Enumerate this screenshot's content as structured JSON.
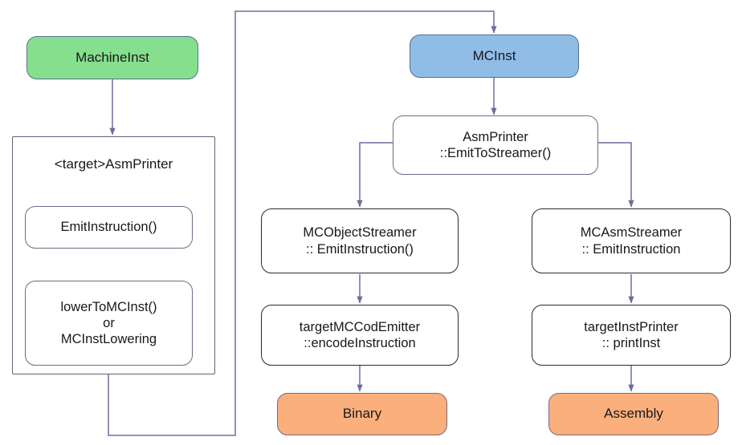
{
  "diagram": {
    "title": "LLVM MachineInst to MCInst lowering and emission flow",
    "colors": {
      "green": "#85DF8D",
      "blue": "#90BDE6",
      "orange": "#FAAF7C",
      "white": "#FFFFFF",
      "edge": "#6d6d9e",
      "border_dark": "#2b2b2b",
      "border_light": "#6d6d86",
      "text": "#18181c"
    },
    "nodes": {
      "machine_inst": "MachineInst",
      "mc_inst": "MCInst",
      "target_asmprinter_title": "<target>AsmPrinter",
      "emit_instruction": "EmitInstruction()",
      "lower_to_mcinst": "lowerToMCInst()\nor\nMCInstLowering",
      "asmprinter_emit_to_streamer": "AsmPrinter\n::EmitToStreamer()",
      "mc_object_streamer": "MCObjectStreamer\n:: EmitInstruction()",
      "target_mccodemitter": "targetMCCodEmitter\n::encodeInstruction",
      "binary": "Binary",
      "mc_asm_streamer": "MCAsmStreamer\n:: EmitInstruction",
      "target_inst_printer": "targetInstPrinter\n:: printInst",
      "assembly": "Assembly"
    }
  }
}
